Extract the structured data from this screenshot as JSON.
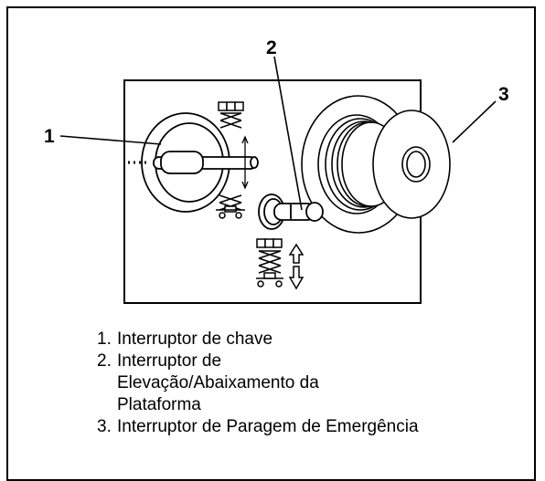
{
  "callouts": [
    "1",
    "2",
    "3"
  ],
  "legend": [
    {
      "num": "1.",
      "text": "Interruptor de chave"
    },
    {
      "num": "2.",
      "text": "Interruptor de Elevação/Abaixamento da Plataforma"
    },
    {
      "num": "3.",
      "text": "Interruptor de Paragem de Emergência"
    }
  ]
}
